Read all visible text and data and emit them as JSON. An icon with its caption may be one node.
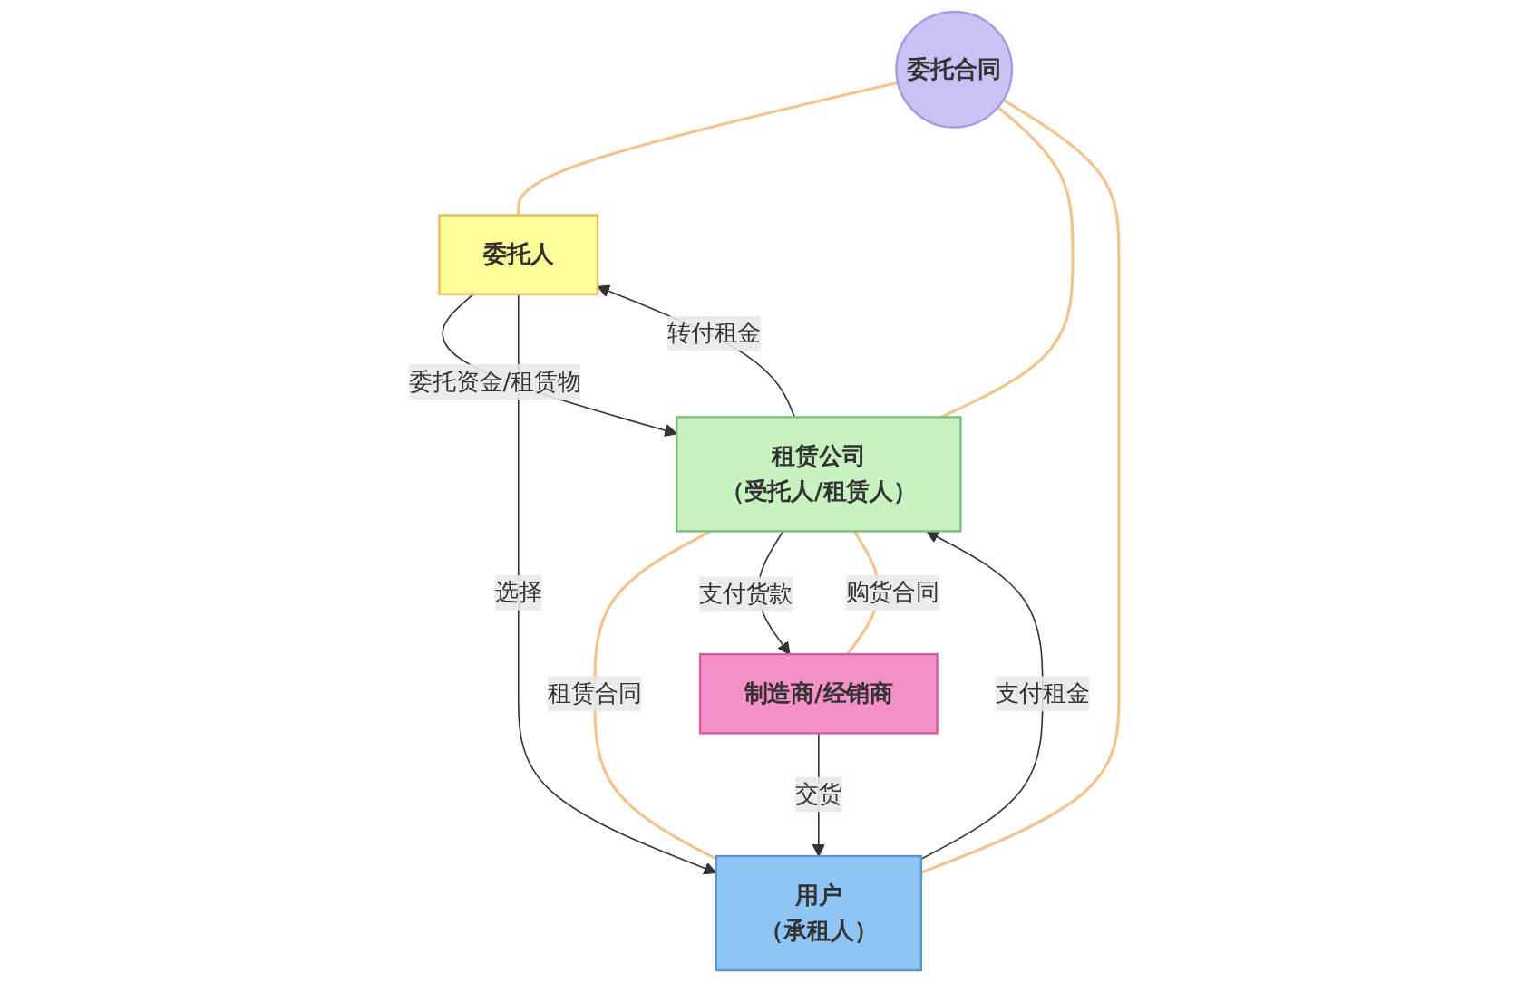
{
  "diagram": {
    "nodes": [
      {
        "text": [
          "委托人"
        ]
      },
      {
        "text": [
          "委托合同"
        ]
      },
      {
        "text": [
          "租赁公司",
          "（受托人/租赁人）"
        ]
      },
      {
        "text": [
          "用户",
          "（承租人）"
        ]
      },
      {
        "text": [
          "制造商/经销商"
        ]
      }
    ],
    "edges": [
      {
        "from": 0,
        "to": 2,
        "arrow": "to",
        "label": "委托资金/租赁物"
      },
      {
        "from": 2,
        "to": 0,
        "arrow": "to",
        "label": "转付租金"
      },
      {
        "from": 0,
        "to": 3,
        "arrow": "to",
        "label": "选择"
      },
      {
        "from": 1,
        "to": 0,
        "arrow": "none",
        "color": "#f2c48f"
      },
      {
        "from": 1,
        "to": 2,
        "arrow": "none",
        "color": "#f2c48f"
      },
      {
        "from": 1,
        "to": 3,
        "arrow": "none",
        "color": "#f2c48f"
      },
      {
        "from": 2,
        "to": 3,
        "arrow": "none",
        "label": "租赁合同",
        "color": "#f2c48f"
      },
      {
        "from": 3,
        "to": 2,
        "arrow": "to",
        "label": "支付租金"
      },
      {
        "from": 2,
        "to": 4,
        "arrow": "to",
        "label": "支付货款"
      },
      {
        "from": 2,
        "to": 4,
        "arrow": "none",
        "label": "购货合同",
        "color": "#f2c48f"
      },
      {
        "from": 4,
        "to": 3,
        "arrow": "to",
        "label": "交货"
      }
    ]
  }
}
